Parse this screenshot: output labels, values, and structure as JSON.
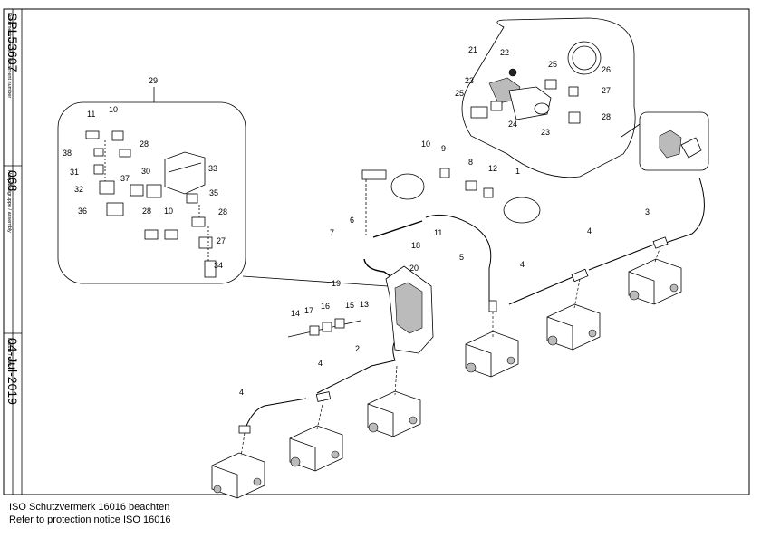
{
  "title_block": {
    "doc_number_label": "Dokumentnummer / document number",
    "doc_number": "SPL53607",
    "assembly_label": "Hauptbaugruppe / assembly",
    "assembly": "068",
    "date_label": "Datum / date",
    "date": "04-Jul-2019"
  },
  "notice": {
    "line1": "ISO Schutzvermerk 16016 beachten",
    "line2": "Refer to protection notice ISO 16016"
  },
  "callouts": {
    "c1": "1",
    "c2": "2",
    "c3": "3",
    "c4a": "4",
    "c4b": "4",
    "c4c": "4",
    "c4d": "4",
    "c5": "5",
    "c6": "6",
    "c7": "7",
    "c8": "8",
    "c9": "9",
    "c10": "10",
    "c11": "11",
    "c12": "12",
    "c13": "13",
    "c14": "14",
    "c15": "15",
    "c16": "16",
    "c17": "17",
    "c18": "18",
    "c19": "19",
    "c20": "20",
    "d21": "21",
    "d22": "22",
    "d23a": "23",
    "d23b": "23",
    "d24": "24",
    "d25a": "25",
    "d25b": "25",
    "d26": "26",
    "d27": "27",
    "d28": "28",
    "e29": "29",
    "e10a": "10",
    "e10b": "10",
    "e11": "11",
    "e27": "27",
    "e28a": "28",
    "e28b": "28",
    "e28c": "28",
    "e30": "30",
    "e31": "31",
    "e32": "32",
    "e33": "33",
    "e34": "34",
    "e35": "35",
    "e36": "36",
    "e37": "37",
    "e38": "38"
  }
}
